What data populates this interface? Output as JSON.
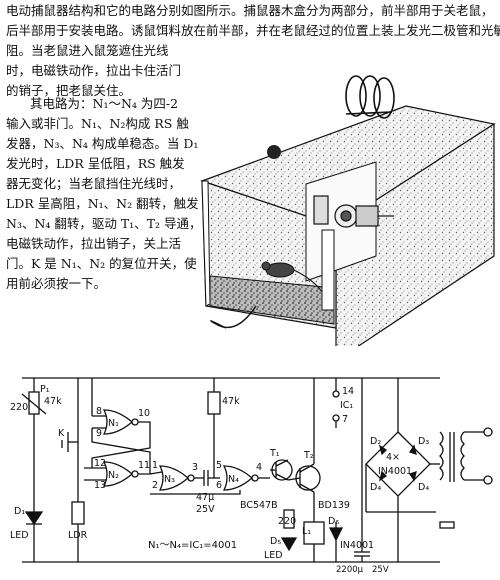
{
  "text": {
    "para1": [
      "电动捕鼠器结构和它的电路分别如图所示。捕鼠器木盒分为两部分，前半部用于关老鼠，",
      "后半部用于安装电路。诱鼠饵料放在前半部，并在老鼠经过的位置上装上发光二极管和光敏电",
      "阻。当老鼠进入鼠笼遮住光线",
      "时，电磁铁动作，拉出卡住活门",
      "的销子，把老鼠关住。"
    ],
    "para2": [
      "其电路为：N₁～N₄ 为四-2",
      "输入或非门。N₁、N₂构成 RS 触",
      "发器，N₃、N₄ 构成单稳态。当 D₁",
      "发光时，LDR 呈低阻，RS 触发",
      "器无变化；当老鼠挡住光线时，",
      "LDR 呈高阻，N₁、N₂ 翻转，触发",
      "N₃、N₄ 翻转，驱动 T₁、T₂ 导通，",
      "电磁铁动作，拉出销子，关上活",
      "门。K 是 N₁、N₂ 的复位开关，使",
      "用前必须按一下。"
    ]
  },
  "circuit": {
    "p1": "P₁",
    "p1_value": "47k",
    "r_top": "220",
    "r_mid": "47k",
    "k": "K",
    "d1": "D₁",
    "led1": "LED",
    "ldr": "LDR",
    "n1": "N₁",
    "n2": "N₂",
    "n3": "N₃",
    "n4": "N₄",
    "pin8": "8",
    "pin9": "9",
    "pin10": "10",
    "pin12": "12",
    "pin13": "13",
    "pin11": "11",
    "pin1": "1",
    "pin2": "2",
    "pin3": "3",
    "pin5": "5",
    "pin6": "6",
    "pin4": "4",
    "cap1": "47μ",
    "cap1_v": "25V",
    "pin14": "14",
    "ic1": "IC₁",
    "pin7": "7",
    "t1": "T₁",
    "t2": "T₂",
    "bc547b": "BC547B",
    "bd139": "BD139",
    "r220": "220",
    "l1": "L₁",
    "d6": "D₆",
    "in4001a": "IN4001",
    "d5": "D₅",
    "led2": "LED",
    "d2": "D₂",
    "d3": "D₃",
    "d4": "D₄",
    "d4b": "D₄",
    "bridge_label": "4×",
    "in4001b": "IN4001",
    "cap2": "2200μ",
    "cap2_v": "25V",
    "ic_note": "N₁～N₄=IC₁=4001"
  }
}
